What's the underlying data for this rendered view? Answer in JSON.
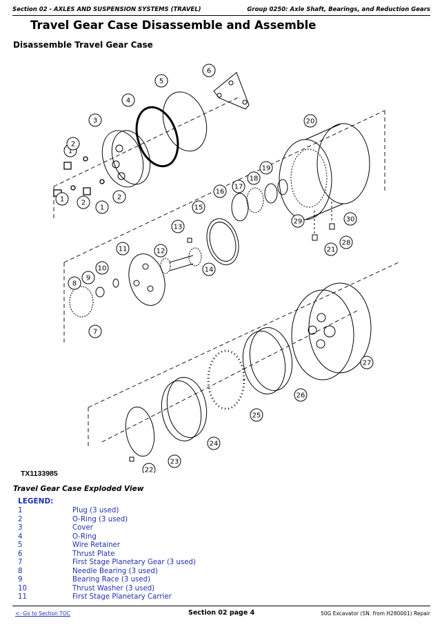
{
  "header": {
    "section": "Section 02 - AXLES AND SUSPENSION SYSTEMS (TRAVEL)",
    "group": "Group 0250: Axle Shaft, Bearings, and Reduction Gears"
  },
  "page_title": "Travel Gear Case Disassemble and Assemble",
  "subtitle": "Disassemble Travel Gear Case",
  "figure": {
    "id": "TX1133985",
    "caption": "Travel Gear Case Exploded View",
    "callouts": [
      "1",
      "2",
      "3",
      "4",
      "5",
      "6",
      "7",
      "8",
      "9",
      "10",
      "11",
      "12",
      "13",
      "14",
      "15",
      "16",
      "17",
      "18",
      "19",
      "20",
      "21",
      "22",
      "23",
      "24",
      "25",
      "26",
      "27",
      "28",
      "29",
      "30"
    ]
  },
  "legend": {
    "title": "LEGEND:",
    "items": [
      {
        "num": "1",
        "text": "Plug (3 used)"
      },
      {
        "num": "2",
        "text": "O-Ring (3 used)"
      },
      {
        "num": "3",
        "text": "Cover"
      },
      {
        "num": "4",
        "text": "O-Ring"
      },
      {
        "num": "5",
        "text": "Wire Retainer"
      },
      {
        "num": "6",
        "text": "Thrust Plate"
      },
      {
        "num": "7",
        "text": "First Stage Planetary Gear (3 used)"
      },
      {
        "num": "8",
        "text": "Needle Bearing (3 used)"
      },
      {
        "num": "9",
        "text": "Bearing Race (3 used)"
      },
      {
        "num": "10",
        "text": "Thrust Washer (3 used)"
      },
      {
        "num": "11",
        "text": "First Stage Planetary Carrier"
      }
    ]
  },
  "footer": {
    "toc_link": "<- Go to Section TOC",
    "page": "Section 02 page 4",
    "model": "50G Excavator (SN. from H280001) Repair"
  }
}
